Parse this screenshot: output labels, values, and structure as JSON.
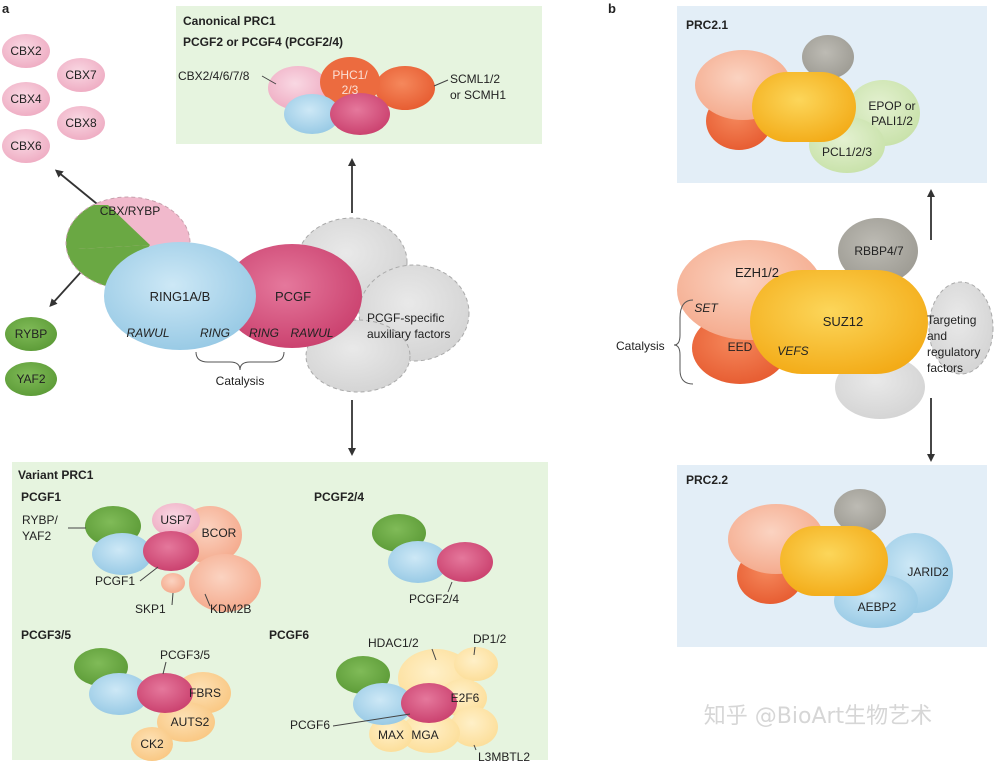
{
  "panel_a": {
    "letter": "a",
    "canonical": {
      "title": "Canonical PRC1",
      "subtitle": "PCGF2 or PCGF4 (PCGF2/4)",
      "cbx_label": "CBX2/4/6/7/8",
      "phc_label_1": "PHC1/",
      "phc_label_2": "2/3",
      "scml_label_1": "SCML1/2",
      "scml_label_2": "or SCMH1"
    },
    "cbx": [
      "CBX2",
      "CBX7",
      "CBX4",
      "CBX8",
      "CBX6"
    ],
    "rybp_yaf": [
      "RYBP",
      "YAF2"
    ],
    "core": {
      "cbx_rybp": "CBX/RYBP",
      "ring": "RING1A/B",
      "pcgf": "PCGF",
      "rawul_left": "RAWUL",
      "ring_left": "RING",
      "ring_right": "RING",
      "rawul_right": "RAWUL",
      "catalysis": "Catalysis",
      "aux_1": "PCGF-specific",
      "aux_2": "auxiliary factors"
    },
    "variant": {
      "title": "Variant PRC1",
      "pcgf1": {
        "title": "PCGF1",
        "rybp_1": "RYBP/",
        "rybp_2": "YAF2",
        "usp7": "USP7",
        "bcor": "BCOR",
        "pcgf1": "PCGF1",
        "skp1": "SKP1",
        "kdm2b": "KDM2B"
      },
      "pcgf24": {
        "title": "PCGF2/4",
        "label": "PCGF2/4"
      },
      "pcgf35": {
        "title": "PCGF3/5",
        "label": "PCGF3/5",
        "fbrs": "FBRS",
        "auts2": "AUTS2",
        "ck2": "CK2"
      },
      "pcgf6": {
        "title": "PCGF6",
        "hdac": "HDAC1/2",
        "dp": "DP1/2",
        "e2f6": "E2F6",
        "pcgf6": "PCGF6",
        "max": "MAX",
        "mga": "MGA",
        "l3mbtl2": "L3MBTL2"
      }
    }
  },
  "panel_b": {
    "letter": "b",
    "prc21": {
      "title": "PRC2.1",
      "epop_1": "EPOP or",
      "epop_2": "PALI1/2",
      "pcl": "PCL1/2/3"
    },
    "core": {
      "ezh": "EZH1/2",
      "rbbp": "RBBP4/7",
      "set": "SET",
      "suz12": "SUZ12",
      "eed": "EED",
      "vefs": "VEFS",
      "catalysis": "Catalysis",
      "targeting_1": "Targeting",
      "targeting_2": "and",
      "targeting_3": "regulatory",
      "targeting_4": "factors"
    },
    "prc22": {
      "title": "PRC2.2",
      "jarid2": "JARID2",
      "aebp2": "AEBP2"
    }
  },
  "watermark": "知乎 @BioArt生物艺术",
  "colors": {
    "green_panel": "#e6f4df",
    "blue_panel": "#e3eef7",
    "ring_blue": "#a9d3ea",
    "pcgf_pink": "#d94f7d",
    "cbx_pink": "#f1b9cc",
    "rybp_green": "#6aa843",
    "grey": "#dedede",
    "salmon": "#f7b9a0",
    "orange_red": "#ee6a3e",
    "yellow": "#f8bd2a",
    "light_orange": "#fcd19a",
    "pale_yellow": "#fde5a8",
    "light_green": "#d4e9ba",
    "dark_grey": "#a6a49c"
  }
}
